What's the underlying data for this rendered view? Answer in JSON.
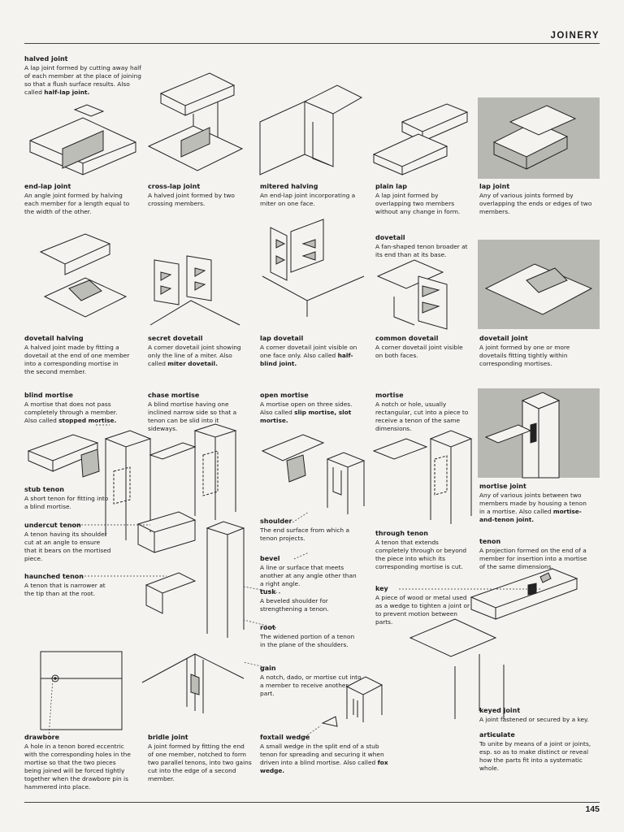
{
  "page": {
    "header": "JOINERY",
    "page_number": "145"
  },
  "entries": {
    "halved_joint": {
      "term": "halved joint",
      "definition": "A lap joint formed by cutting away half of each member at the place of joining so that a flush surface results. Also called",
      "also": "half-lap joint."
    },
    "end_lap_joint": {
      "term": "end-lap joint",
      "definition": "An angle joint formed by halving each member for a length equal to the width of the other."
    },
    "cross_lap_joint": {
      "term": "cross-lap joint",
      "definition": "A halved joint formed by two crossing members."
    },
    "mitered_halving": {
      "term": "mitered halving",
      "definition": "An end-lap joint incorporating a miter on one face."
    },
    "plain_lap": {
      "term": "plain lap",
      "definition": "A lap joint formed by overlapping two members without any change in form."
    },
    "lap_joint": {
      "term": "lap joint",
      "definition": "Any of various joints formed by overlapping the ends or edges of two members."
    },
    "dovetail": {
      "term": "dovetail",
      "definition": "A fan-shaped tenon broader at its end than at its base."
    },
    "dovetail_halving": {
      "term": "dovetail halving",
      "definition": "A halved joint made by fitting a dovetail at the end of one member into a corresponding mortise in the second member."
    },
    "secret_dovetail": {
      "term": "secret dovetail",
      "definition": "A corner dovetail joint showing only the line of a miter. Also called",
      "also": "miter dovetail."
    },
    "lap_dovetail": {
      "term": "lap dovetail",
      "definition": "A corner dovetail joint visible on one face only. Also called",
      "also": "half-blind joint."
    },
    "common_dovetail": {
      "term": "common dovetail",
      "definition": "A corner dovetail joint visible on both faces."
    },
    "dovetail_joint": {
      "term": "dovetail joint",
      "definition": "A joint formed by one or more dovetails fitting tightly within corresponding mortises."
    },
    "blind_mortise": {
      "term": "blind mortise",
      "definition": "A mortise that does not pass completely through a member. Also called",
      "also": "stopped mortise."
    },
    "chase_mortise": {
      "term": "chase mortise",
      "definition": "A blind mortise having one inclined narrow side so that a tenon can be slid into it sideways."
    },
    "open_mortise": {
      "term": "open mortise",
      "definition": "A mortise open on three sides. Also called",
      "also": "slip mortise, slot mortise."
    },
    "mortise": {
      "term": "mortise",
      "definition": "A notch or hole, usually rectangular, cut into a piece to receive a tenon of the same dimensions."
    },
    "stub_tenon": {
      "term": "stub tenon",
      "definition": "A short tenon for fitting into a blind mortise."
    },
    "mortise_joint": {
      "term": "mortise joint",
      "definition": "Any of various joints between two members made by housing a tenon in a mortise. Also called",
      "also": "mortise-and-tenon joint."
    },
    "undercut_tenon": {
      "term": "undercut tenon",
      "definition": "A tenon having its shoulder cut at an angle to ensure that it bears on the mortised piece."
    },
    "shoulder": {
      "term": "shoulder",
      "definition": "The end surface from which a tenon projects."
    },
    "through_tenon": {
      "term": "through tenon",
      "definition": "A tenon that extends completely through or beyond the piece into which its corresponding mortise is cut."
    },
    "tenon": {
      "term": "tenon",
      "definition": "A projection formed on the end of a member for insertion into a mortise of the same dimensions."
    },
    "bevel": {
      "term": "bevel",
      "definition": "A line or surface that meets another at any angle other than a right angle."
    },
    "haunched_tenon": {
      "term": "haunched tenon",
      "definition": "A tenon that is narrower at the tip than at the root."
    },
    "tusk": {
      "term": "tusk",
      "definition": "A beveled shoulder for strengthening a tenon."
    },
    "key": {
      "term": "key",
      "definition": "A piece of wood or metal used as a wedge to tighten a joint or to prevent motion between parts."
    },
    "root": {
      "term": "root",
      "definition": "The widened portion of a tenon in the plane of the shoulders."
    },
    "gain": {
      "term": "gain",
      "definition": "A notch, dado, or mortise cut into a member to receive another part."
    },
    "keyed_joint": {
      "term": "keyed joint",
      "definition": "A joint fastened or secured by a key."
    },
    "drawbore": {
      "term": "drawbore",
      "definition": "A hole in a tenon bored eccentric with the corresponding holes in the mortise so that the two pieces being joined will be forced tightly together when the drawbore pin is hammered into place."
    },
    "bridle_joint": {
      "term": "bridle joint",
      "definition": "A joint formed by fitting the end of one member, notched to form two parallel tenons, into two gains cut into the edge of a second member."
    },
    "foxtail_wedge": {
      "term": "foxtail wedge",
      "definition": "A small wedge in the split end of a stub tenon for spreading and securing it when driven into a blind mortise. Also called",
      "also": "fox wedge."
    },
    "articulate": {
      "term": "articulate",
      "definition": "To unite by means of a joint or joints, esp. so as to make distinct or reveal how the parts fit into a systematic whole."
    }
  }
}
